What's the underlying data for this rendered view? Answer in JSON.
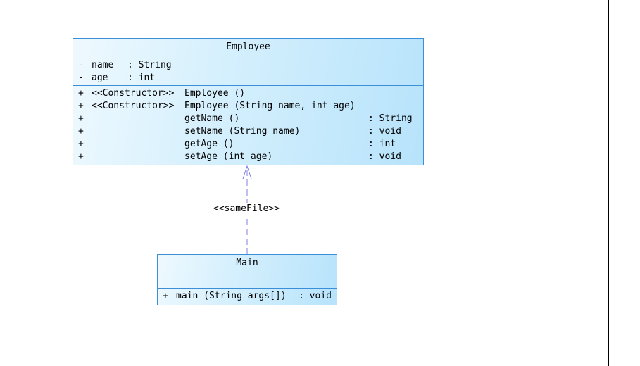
{
  "employee": {
    "name": "Employee",
    "attributes": [
      {
        "vis": "-",
        "name": "name",
        "type": ": String"
      },
      {
        "vis": "-",
        "name": "age",
        "type": ": int"
      }
    ],
    "operations": [
      {
        "vis": "+",
        "stereotype": "<<Constructor>>",
        "sig": "Employee ()",
        "ret": ""
      },
      {
        "vis": "+",
        "stereotype": "<<Constructor>>",
        "sig": "Employee (String name, int age)",
        "ret": ""
      },
      {
        "vis": "+",
        "stereotype": "",
        "sig": "getName ()",
        "ret": ": String"
      },
      {
        "vis": "+",
        "stereotype": "",
        "sig": "setName (String name)",
        "ret": ": void"
      },
      {
        "vis": "+",
        "stereotype": "",
        "sig": "getAge ()",
        "ret": ": int"
      },
      {
        "vis": "+",
        "stereotype": "",
        "sig": "setAge (int age)",
        "ret": ": void"
      }
    ]
  },
  "main": {
    "name": "Main",
    "operations": [
      {
        "vis": "+",
        "sig": "main (String args[])",
        "ret": ": void"
      }
    ]
  },
  "dependency": {
    "label": "<<sameFile>>"
  },
  "colors": {
    "border": "#3b8fd8",
    "arrow": "#7f7fe6"
  }
}
